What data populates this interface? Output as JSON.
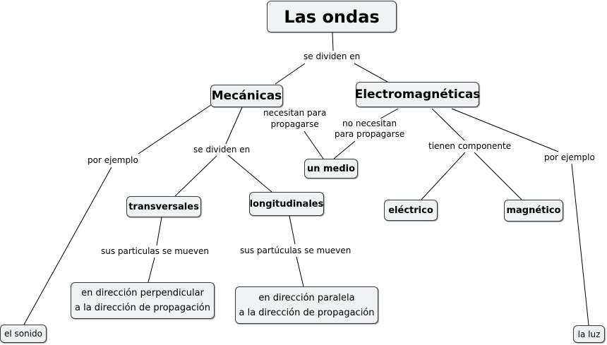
{
  "nodes": {
    "root": "Las ondas",
    "mecanicas": "Mecánicas",
    "electromagneticas": "Electromagnéticas",
    "transversales": "transversales",
    "longitudinales": "longitudinales",
    "un_medio": "un medio",
    "electrico": "eléctrico",
    "magnetico": "magnético",
    "perpendicular": "en dirección perpendicular\na la dirección de propagación",
    "paralela": "en dirección paralela\na la dirección de propagación",
    "sonido": "el sonido",
    "luz": "la luz"
  },
  "links": {
    "se_dividen_1": "se dividen en",
    "se_dividen_2": "se dividen en",
    "por_ejemplo_1": "por ejemplo",
    "por_ejemplo_2": "por ejemplo",
    "necesitan": "necesitan para\npropagarse",
    "no_necesitan": "no necesitan\npara propagarse",
    "tienen_componente": "tienen componente",
    "particulas": "sus particulas se mueven",
    "partuculas": "sus partúculas se mueven"
  },
  "colors": {
    "node_fill": "#eef2f2",
    "border": "#3a3a3a",
    "line": "#000000"
  }
}
